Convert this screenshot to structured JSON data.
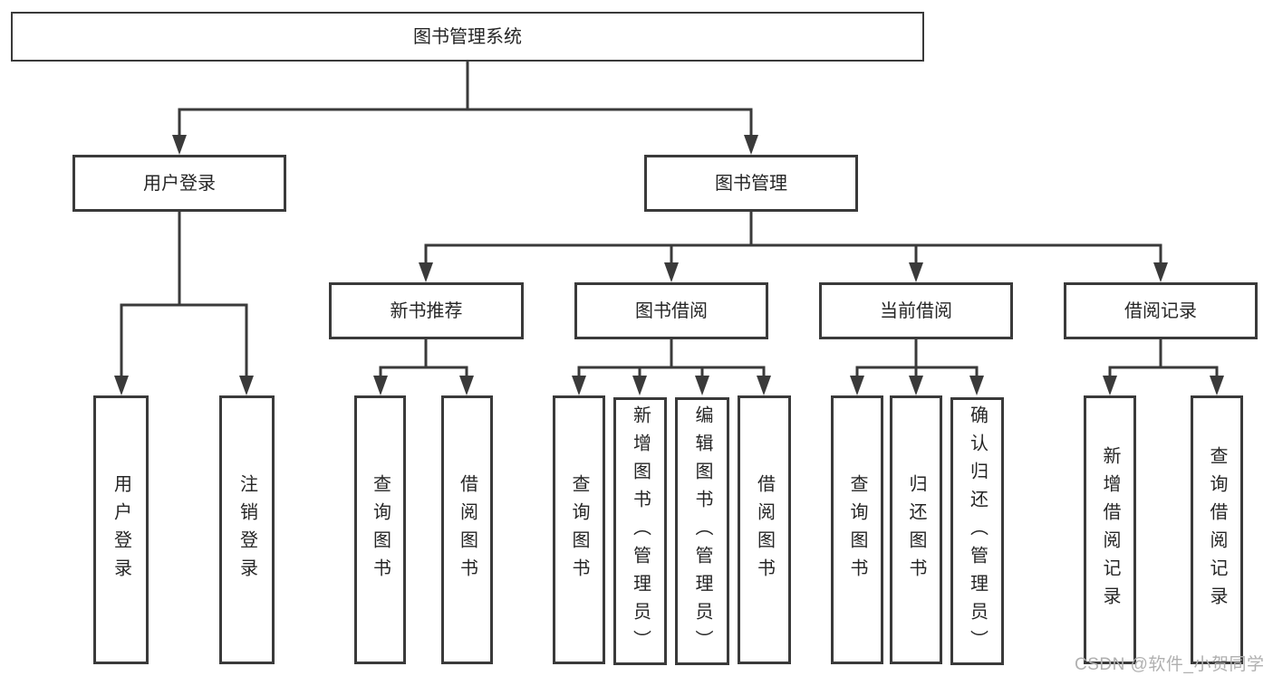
{
  "tree": {
    "root": "图书管理系统",
    "branches": [
      {
        "label": "用户登录",
        "children": [
          "用户登录",
          "注销登录"
        ]
      },
      {
        "label": "图书管理",
        "sections": [
          {
            "label": "新书推荐",
            "children": [
              "查询图书",
              "借阅图书"
            ]
          },
          {
            "label": "图书借阅",
            "children": [
              "查询图书",
              "新增图书（管理员）",
              "编辑图书（管理员）",
              "借阅图书"
            ]
          },
          {
            "label": "当前借阅",
            "children": [
              "查询图书",
              "归还图书",
              "确认归还（管理员）"
            ]
          },
          {
            "label": "借阅记录",
            "children": [
              "新增借阅记录",
              "查询借阅记录"
            ]
          }
        ]
      }
    ]
  },
  "watermark": {
    "text": "CSDN @软件_小贺同学"
  },
  "colors": {
    "line": "#3a3a3a",
    "text": "#262626",
    "watermark": "#b0b0b0",
    "background": "#ffffff"
  }
}
